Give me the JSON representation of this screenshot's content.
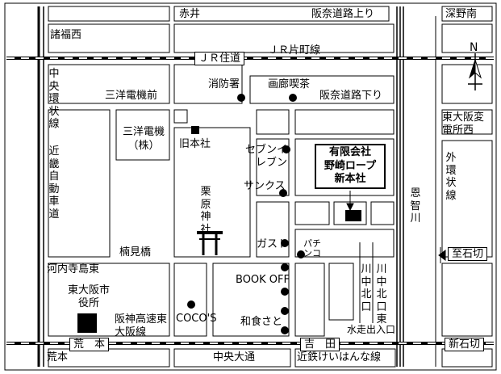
{
  "title": "",
  "roads": {
    "akai": "赤井",
    "hannan_up": "阪奈道路上り",
    "fukanominami": "深野南",
    "morofukunishi": "諸福西",
    "jr_sumimichi": "ＪＲ住道",
    "jr_katamachi": "ＪＲ片町線",
    "chuo_kanjo": "中央環状線",
    "kinki_expressway": "近畿自動車道",
    "sanyo_denki_mae": "三洋電機前",
    "hannan_down": "阪奈道路下り",
    "higashiosaka_substation": "東大阪変電所西",
    "soto_kanjo": "外環状線",
    "onchi_river": "恩智川",
    "ishikiri": "至石切",
    "kusumibashi": "楠見橋",
    "kawachi_teramachi": "河内寺島東",
    "hanshin_expressway": "阪神高速東大阪線",
    "kawanaka_kita": "川中北口",
    "kawanaka_kita_east": "川中北口東",
    "mizuhashi": "水走出入口",
    "aramoto_station": "荒　本",
    "aramoto": "荒本",
    "chuo_odori": "中央大通",
    "yoshida_station": "吉　田",
    "kintetsu": "近鉄けいはんな線",
    "shin_ishikiri": "新石切"
  },
  "places": {
    "fire_station": "消防署",
    "cafe": "画廊喫茶",
    "sanyo_company": "三洋電機（株）",
    "old_office": "旧本社",
    "shrine": "栗原神社",
    "seven_eleven": "セブンイレブン",
    "sunkus": "サンクス",
    "gusto": "ガスト",
    "pachinko": "パチンコ",
    "book_off": "BOOK OFF",
    "cocos": "COCO'S",
    "washoku_sato": "和食さと",
    "city_hall": "東大阪市役所"
  },
  "company": {
    "line1": "有限会社",
    "line2": "野崎ロープ",
    "line3": "新本社"
  },
  "compass": {
    "north": "N"
  },
  "colors": {
    "ink": "#000000",
    "road_fill": "#ffffff",
    "background": "#ffffff"
  }
}
